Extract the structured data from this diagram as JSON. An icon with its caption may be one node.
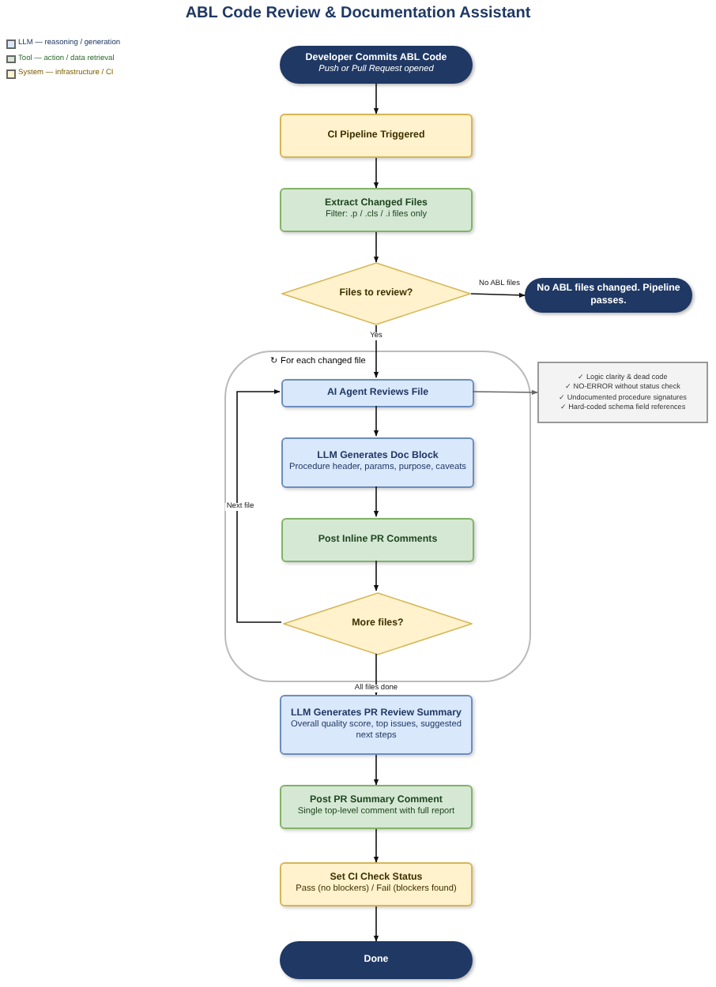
{
  "diagram": {
    "title": "ABL Code Review & Documentation Assistant",
    "nodes": [
      {
        "text": [
          "Developer Commits ABL Code",
          "Push or Pull Request opened"
        ]
      },
      {
        "text": [
          "CI Pipeline Triggered"
        ]
      },
      {
        "text": [
          "Extract Changed Files",
          "Filter: .p / .cls / .i files only"
        ]
      },
      {
        "text": [
          "Files to review?"
        ]
      },
      {
        "text": [
          "No ABL files changed. Pipeline passes."
        ]
      },
      {
        "text": [
          "↻ For each changed file"
        ]
      },
      {
        "text": [
          "AI Agent Reviews File"
        ],
        "in": 5
      },
      {
        "text": [
          "LLM Generates Doc Block",
          "Procedure header, params, purpose, caveats"
        ],
        "in": 5
      },
      {
        "text": [
          "Post Inline PR Comments"
        ],
        "in": 5
      },
      {
        "text": [
          "More files?"
        ],
        "in": 5
      },
      {
        "text": [
          "✓ Logic clarity & dead code",
          "✓ NO-ERROR without status check",
          "✓ Undocumented procedure signatures",
          "✓ Hard-coded schema field references"
        ]
      },
      {
        "text": [
          "LLM Generates PR Review Summary",
          "Overall quality score, top issues, suggested next steps"
        ]
      },
      {
        "text": [
          "Post PR Summary Comment",
          "Single top-level comment with full report"
        ]
      },
      {
        "text": [
          "Set CI Check Status",
          "Pass (no blockers) / Fail (blockers found)"
        ]
      },
      {
        "text": [
          "Done"
        ]
      }
    ],
    "edges": [
      {
        "from": 0,
        "to": 1,
        "arrow": "to"
      },
      {
        "from": 1,
        "to": 2,
        "arrow": "to"
      },
      {
        "from": 2,
        "to": 3,
        "arrow": "to"
      },
      {
        "from": 3,
        "to": 4,
        "arrow": "to",
        "label": "No ABL files"
      },
      {
        "from": 3,
        "to": 6,
        "arrow": "to",
        "label": "Yes"
      },
      {
        "from": 6,
        "to": 7,
        "arrow": "to"
      },
      {
        "from": 7,
        "to": 8,
        "arrow": "to"
      },
      {
        "from": 8,
        "to": 9,
        "arrow": "to"
      },
      {
        "from": 9,
        "to": 6,
        "arrow": "to",
        "label": "Next file"
      },
      {
        "from": 6,
        "to": 10,
        "arrow": "to",
        "color": "#666666"
      },
      {
        "from": 9,
        "to": 11,
        "arrow": "to",
        "label": "All files done"
      },
      {
        "from": 11,
        "to": 12,
        "arrow": "to"
      },
      {
        "from": 12,
        "to": 13,
        "arrow": "to"
      },
      {
        "from": 13,
        "to": 14,
        "arrow": "to"
      }
    ],
    "legend": [
      {
        "text": "LLM — reasoning / generation",
        "color": "#dae8fc"
      },
      {
        "text": "Tool — action / data retrieval",
        "color": "#d5e8d4"
      },
      {
        "text": "System — infrastructure / CI",
        "color": "#fff2cc"
      }
    ]
  }
}
